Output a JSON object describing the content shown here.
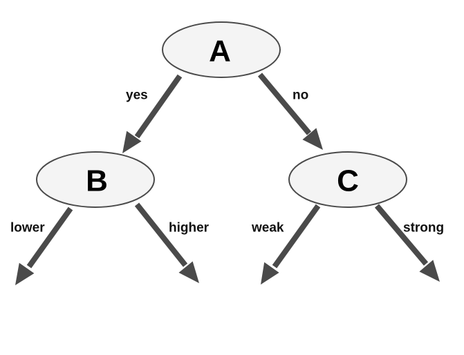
{
  "colors": {
    "arrow": "#4a4a4a",
    "node_fill": "#f4f4f4",
    "node_stroke": "#4a4a4a",
    "text": "#000000"
  },
  "nodes": {
    "a": "A",
    "b": "B",
    "c": "C"
  },
  "edges": {
    "a_b": "yes",
    "a_c": "no",
    "b_lower": "lower",
    "b_higher": "higher",
    "c_weak": "weak",
    "c_strong": "strong"
  }
}
